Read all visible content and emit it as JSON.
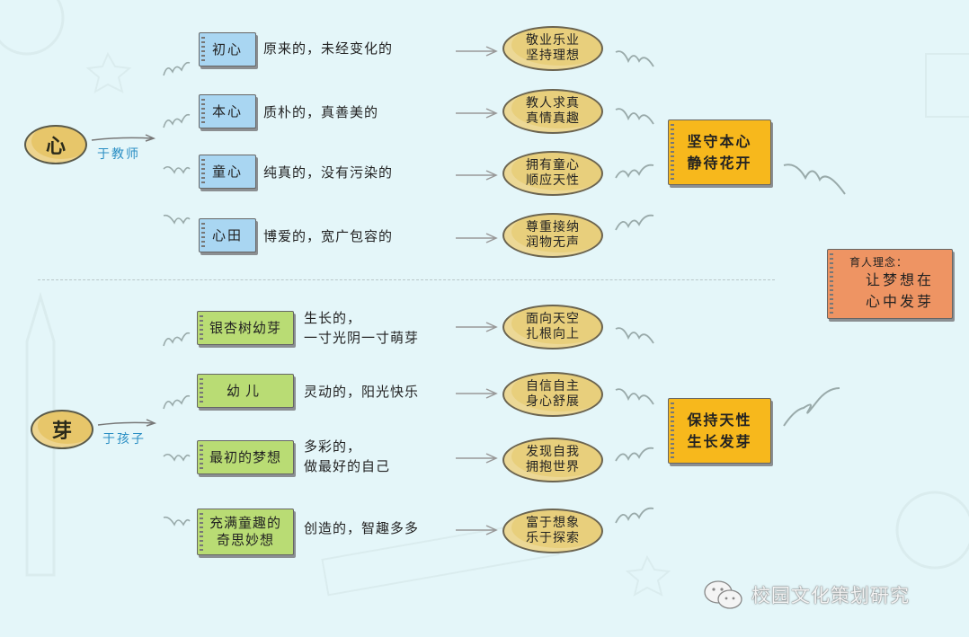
{
  "colors": {
    "background": "#e4f6f9",
    "root_fill": "#e7c66a",
    "teacher_box": "#a9d6f2",
    "child_box": "#b9dc74",
    "summary_box": "#f7b81c",
    "philosophy_box": "#ee9463",
    "ellipse_fill": "#e8cf7c",
    "root_label": "#2b8fc4"
  },
  "teacher_branch": {
    "root": "心",
    "label": "于教师",
    "items": [
      {
        "term": "初心",
        "desc": "原来的，未经变化的",
        "result": [
          "敬业乐业",
          "坚持理想"
        ]
      },
      {
        "term": "本心",
        "desc": "质朴的，真善美的",
        "result": [
          "教人求真",
          "真情真趣"
        ]
      },
      {
        "term": "童心",
        "desc": "纯真的，没有污染的",
        "result": [
          "拥有童心",
          "顺应天性"
        ]
      },
      {
        "term": "心田",
        "desc": "博爱的，宽广包容的",
        "result": [
          "尊重接纳",
          "润物无声"
        ]
      }
    ],
    "summary": [
      "坚守本心",
      "静待花开"
    ]
  },
  "child_branch": {
    "root": "芽",
    "label": "于孩子",
    "items": [
      {
        "term": [
          "银杏树幼芽"
        ],
        "desc": [
          "生长的，",
          "一寸光阴一寸萌芽"
        ],
        "result": [
          "面向天空",
          "扎根向上"
        ]
      },
      {
        "term": [
          "幼儿"
        ],
        "desc": [
          "灵动的，阳光快乐"
        ],
        "result": [
          "自信自主",
          "身心舒展"
        ]
      },
      {
        "term": [
          "最初的梦想"
        ],
        "desc": [
          "多彩的，",
          "做最好的自己"
        ],
        "result": [
          "发现自我",
          "拥抱世界"
        ]
      },
      {
        "term": [
          "充满童趣的",
          "奇思妙想"
        ],
        "desc": [
          "创造的，智趣多多"
        ],
        "result": [
          "富于想象",
          "乐于探索"
        ]
      }
    ],
    "summary": [
      "保持天性",
      "生长发芽"
    ]
  },
  "philosophy": {
    "title": "育人理念：",
    "lines": [
      "让梦想在",
      "心中发芽"
    ]
  },
  "watermark": {
    "icon": "wechat-icon",
    "text": "校园文化策划研究"
  }
}
